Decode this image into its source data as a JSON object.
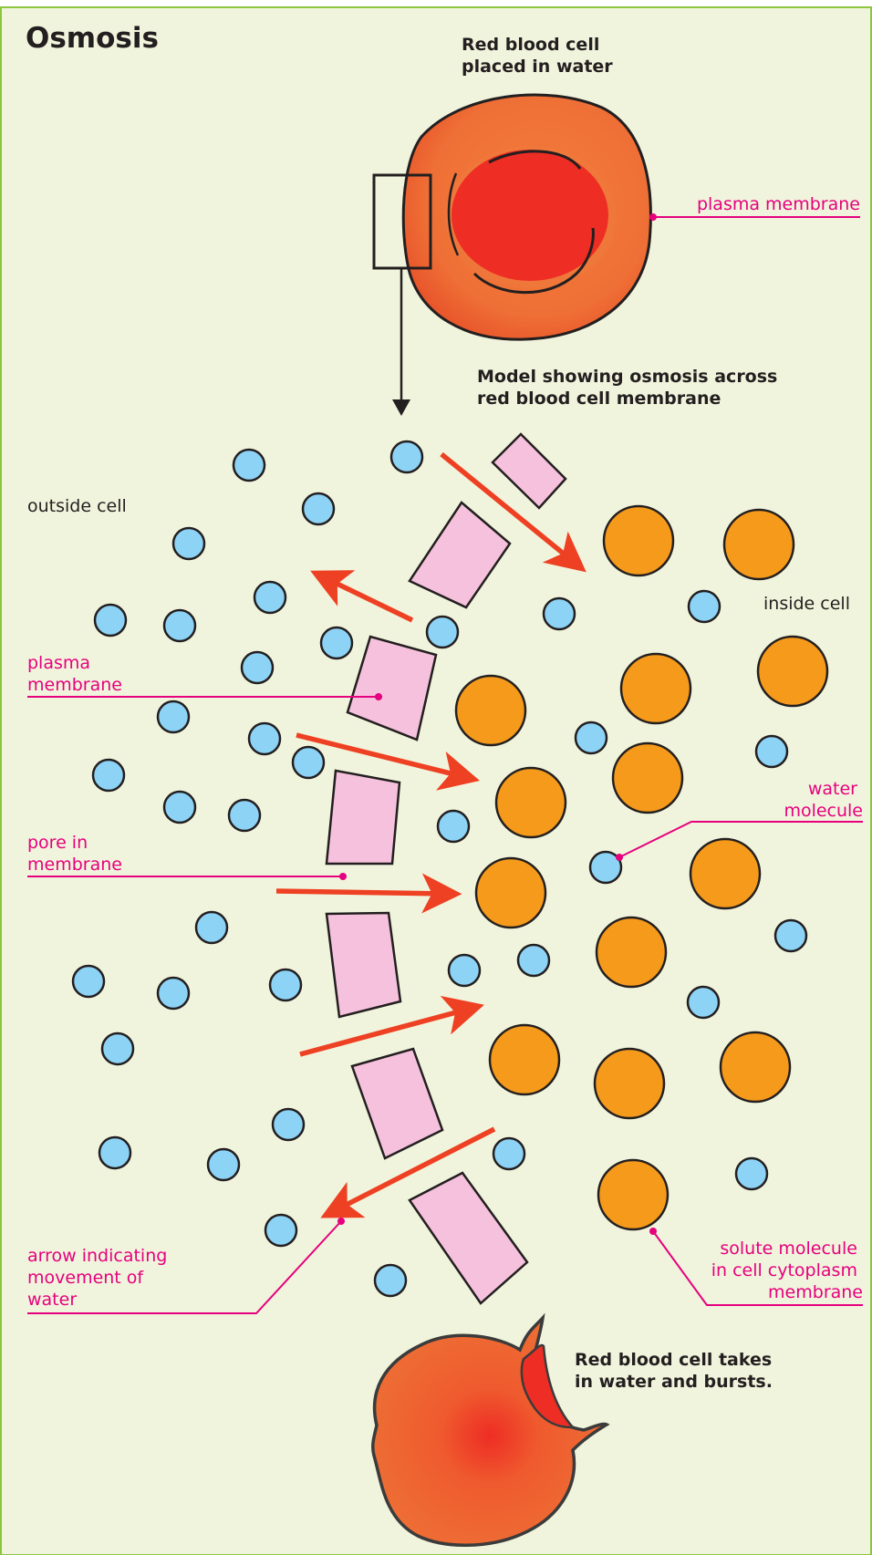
{
  "title": "Osmosis",
  "top_caption": [
    "Red blood cell",
    "placed in water"
  ],
  "model_caption": [
    "Model showing osmosis across",
    "red blood cell membrane"
  ],
  "bottom_caption": [
    "Red blood cell takes",
    "in water and bursts."
  ],
  "region_labels": {
    "outside": "outside cell",
    "inside": "inside cell"
  },
  "callouts": {
    "plasma_membrane_top": "plasma membrane",
    "plasma_membrane_left": [
      "plasma",
      "membrane"
    ],
    "pore": [
      "pore in",
      "membrane"
    ],
    "water_molecule": [
      "water",
      "molecule"
    ],
    "arrow_label": [
      "arrow indicating",
      "movement of",
      "water"
    ],
    "solute": [
      "solute molecule",
      "in cell cytoplasm",
      "membrane"
    ]
  },
  "colors": {
    "background": "#f1f4dc",
    "border": "#8cc63f",
    "label": "#e6007e",
    "water": "#8dd3f6",
    "solute": "#f59a1b",
    "membrane": "#f6c1dc",
    "arrow": "#ee4023",
    "cell_outer": "#ee6a2f",
    "cell_inner": "#ee2d24"
  }
}
